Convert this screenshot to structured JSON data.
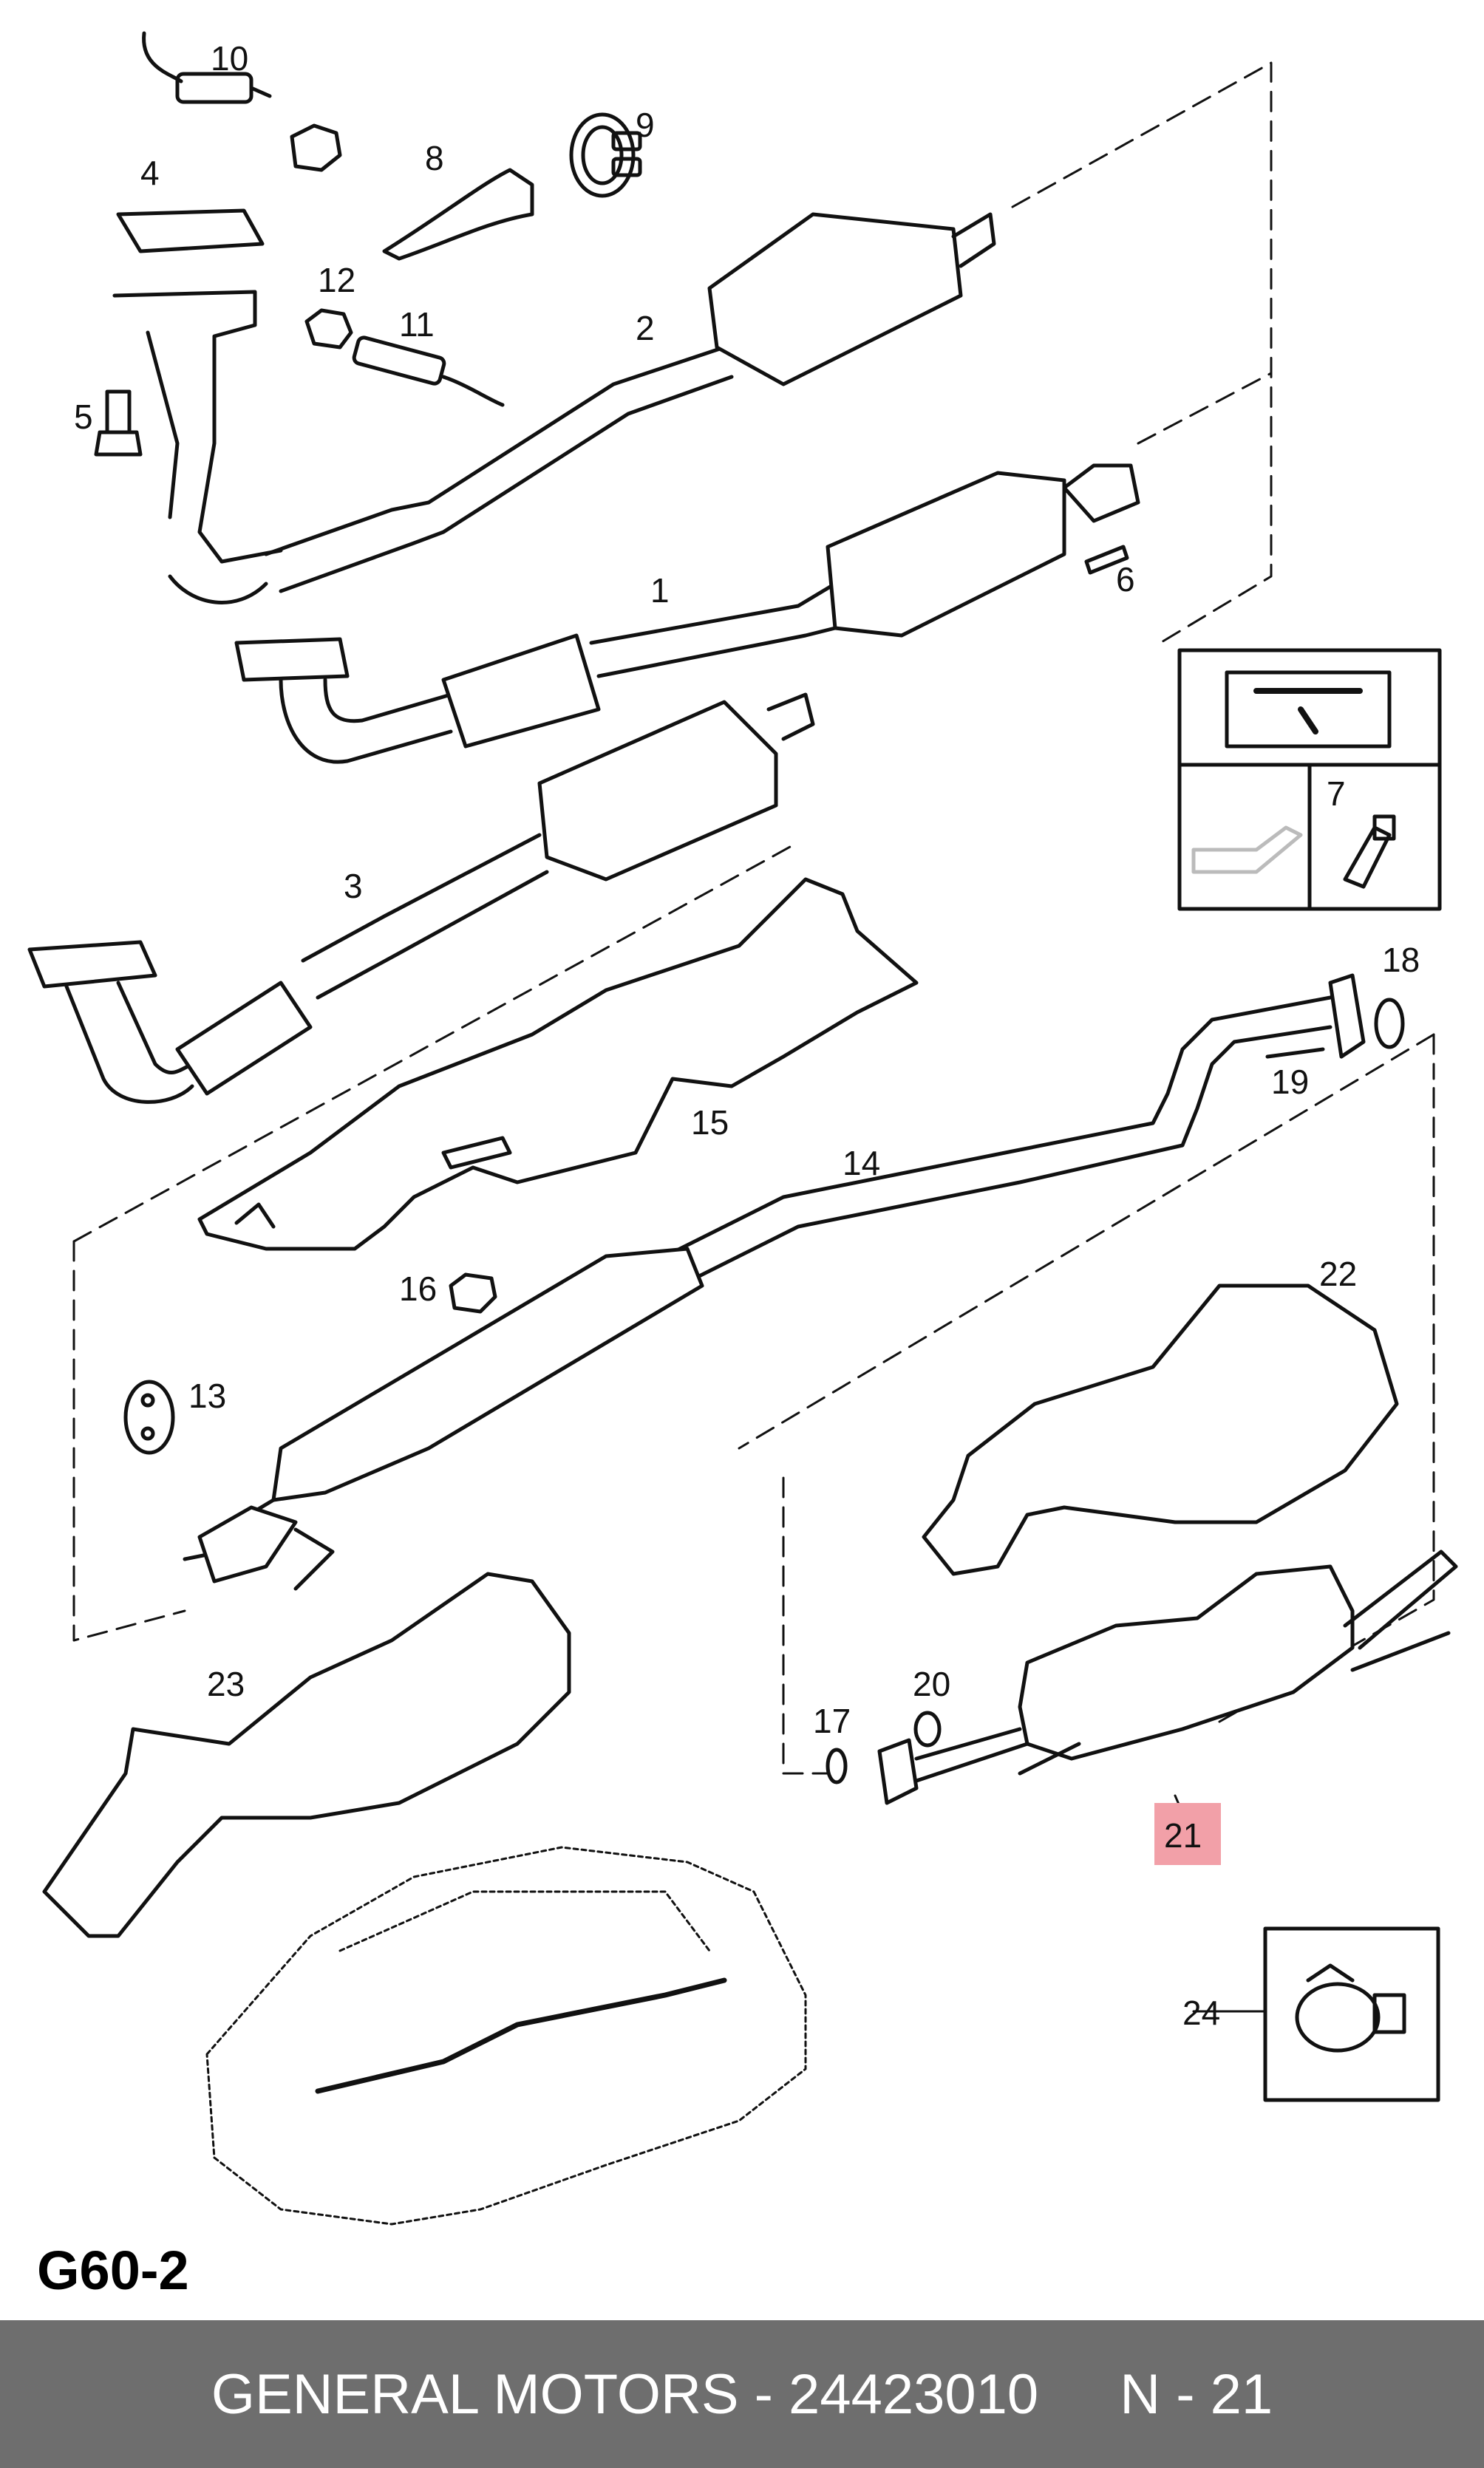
{
  "diagram": {
    "part_labels": [
      "1",
      "2",
      "3",
      "4",
      "5",
      "6",
      "7",
      "8",
      "9",
      "10",
      "11",
      "12",
      "13",
      "14",
      "15",
      "16",
      "17",
      "18",
      "19",
      "20",
      "21",
      "22",
      "23",
      "24"
    ],
    "highlighted_part": "21",
    "highlight_color": "#f2a0a8",
    "diagram_code": "G60-2",
    "icons": [
      "manual-book-wrench-icon",
      "oil-can-icon",
      "sealant-tube-icon",
      "clamp-icon"
    ]
  },
  "footer": {
    "manufacturer_part": "GENERAL MOTORS - 24423010",
    "item_ref": "N - 21"
  }
}
